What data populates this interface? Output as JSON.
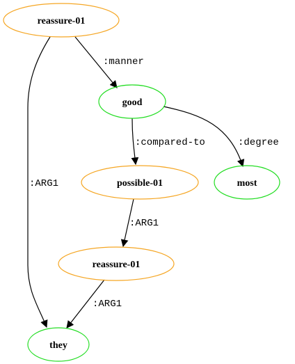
{
  "colors": {
    "event": "#f5a623",
    "concept": "#22dd22",
    "edge": "#000000"
  },
  "nodes": {
    "reassure_root": {
      "label": "reassure-01",
      "kind": "event"
    },
    "good": {
      "label": "good",
      "kind": "concept"
    },
    "possible": {
      "label": "possible-01",
      "kind": "event"
    },
    "most": {
      "label": "most",
      "kind": "concept"
    },
    "reassure_inner": {
      "label": "reassure-01",
      "kind": "event"
    },
    "they": {
      "label": "they",
      "kind": "concept"
    }
  },
  "edges": {
    "manner": {
      "label": ":manner",
      "from": "reassure-01",
      "to": "good"
    },
    "arg1_root": {
      "label": ":ARG1",
      "from": "reassure-01",
      "to": "they"
    },
    "compared_to": {
      "label": ":compared-to",
      "from": "good",
      "to": "possible-01"
    },
    "degree": {
      "label": ":degree",
      "from": "good",
      "to": "most"
    },
    "arg1_possible": {
      "label": ":ARG1",
      "from": "possible-01",
      "to": "reassure-01"
    },
    "arg1_inner": {
      "label": ":ARG1",
      "from": "reassure-01",
      "to": "they"
    }
  }
}
